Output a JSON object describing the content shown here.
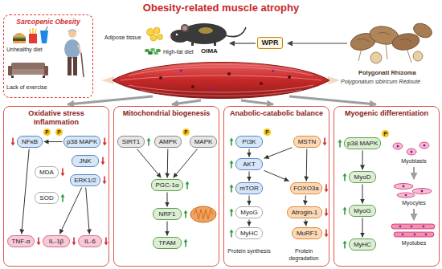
{
  "diagram": {
    "title": "Obesity-related muscle atrophy",
    "nodes": [
      {
        "text": [
          "Sarcopenic Obesity"
        ]
      },
      {
        "text": [
          "WPR"
        ]
      },
      {
        "text": [
          "Oxidative stress Inflammation"
        ]
      },
      {
        "text": [
          "NFκB"
        ],
        "in": 2
      },
      {
        "text": [
          "p38 MAPK"
        ],
        "in": 2
      },
      {
        "text": [
          "JNK"
        ],
        "in": 2
      },
      {
        "text": [
          "ERK1/2"
        ],
        "in": 2
      },
      {
        "text": [
          "MDA"
        ],
        "in": 2
      },
      {
        "text": [
          "SOD"
        ],
        "in": 2
      },
      {
        "text": [
          "TNF-α"
        ],
        "in": 2
      },
      {
        "text": [
          "IL-1β"
        ],
        "in": 2
      },
      {
        "text": [
          "IL-6"
        ],
        "in": 2
      },
      {
        "text": [
          "Mitochondrial biogenesis"
        ]
      },
      {
        "text": [
          "SIRT1"
        ],
        "in": 12
      },
      {
        "text": [
          "AMPK"
        ],
        "in": 12
      },
      {
        "text": [
          "MAPK"
        ],
        "in": 12
      },
      {
        "text": [
          "PGC-1α"
        ],
        "in": 12
      },
      {
        "text": [
          "NRF1"
        ],
        "in": 12
      },
      {
        "text": [
          "TFAM"
        ],
        "in": 12
      },
      {
        "text": [
          "Anabolic-catabolic balance"
        ]
      },
      {
        "text": [
          "PI3K"
        ],
        "in": 19
      },
      {
        "text": [
          "MSTN"
        ],
        "in": 19
      },
      {
        "text": [
          "AKT"
        ],
        "in": 19
      },
      {
        "text": [
          "mTOR"
        ],
        "in": 19
      },
      {
        "text": [
          "FOXO3a"
        ],
        "in": 19
      },
      {
        "text": [
          "MyoG"
        ],
        "in": 19
      },
      {
        "text": [
          "MyHC"
        ],
        "in": 19
      },
      {
        "text": [
          "Atrogin-1"
        ],
        "in": 19
      },
      {
        "text": [
          "MuRF1"
        ],
        "in": 19
      },
      {
        "text": [
          "Myogenic differentiation"
        ]
      },
      {
        "text": [
          "p38 MAPK"
        ],
        "in": 29
      },
      {
        "text": [
          "MyoD"
        ],
        "in": 29
      },
      {
        "text": [
          "MyoG"
        ],
        "in": 29
      },
      {
        "text": [
          "MyHC"
        ],
        "in": 29
      }
    ],
    "edges": [
      {
        "from": 4,
        "to": 3,
        "arrow": "to"
      },
      {
        "from": 3,
        "to": 9,
        "arrow": "to"
      },
      {
        "from": 6,
        "to": 10,
        "arrow": "to"
      },
      {
        "from": 6,
        "to": 11,
        "arrow": "to"
      },
      {
        "from": 13,
        "to": 16,
        "arrow": "to"
      },
      {
        "from": 14,
        "to": 16,
        "arrow": "to"
      },
      {
        "from": 15,
        "to": 16,
        "arrow": "to"
      },
      {
        "from": 16,
        "to": 17,
        "arrow": "to"
      },
      {
        "from": 17,
        "to": 18,
        "arrow": "to"
      },
      {
        "from": 20,
        "to": 22,
        "arrow": "to"
      },
      {
        "from": 22,
        "to": 23,
        "arrow": "to"
      },
      {
        "from": 22,
        "to": 24,
        "arrow": "to"
      },
      {
        "from": 21,
        "to": 22,
        "arrow": "to"
      },
      {
        "from": 21,
        "to": 24,
        "arrow": "to"
      },
      {
        "from": 23,
        "to": 25,
        "arrow": "to"
      },
      {
        "from": 25,
        "to": 26,
        "arrow": "to"
      },
      {
        "from": 24,
        "to": 27,
        "arrow": "to"
      },
      {
        "from": 27,
        "to": 28,
        "arrow": "to"
      },
      {
        "from": 30,
        "to": 31,
        "arrow": "to"
      },
      {
        "from": 31,
        "to": 32,
        "arrow": "to"
      },
      {
        "from": 32,
        "to": 33,
        "arrow": "to"
      }
    ],
    "labels": [
      "Unhealthy diet",
      "Lack of exercise",
      "Adipose tissue",
      "High-fat diet",
      "OIMA",
      "Polygonati Rhizoma",
      "Polygonatum sibiricum Redouté",
      "P",
      "P",
      "P",
      "P",
      "Protein synthesis",
      "Protein degradation",
      "P",
      "Myoblasts",
      "Myocytes",
      "Myotubes"
    ]
  }
}
